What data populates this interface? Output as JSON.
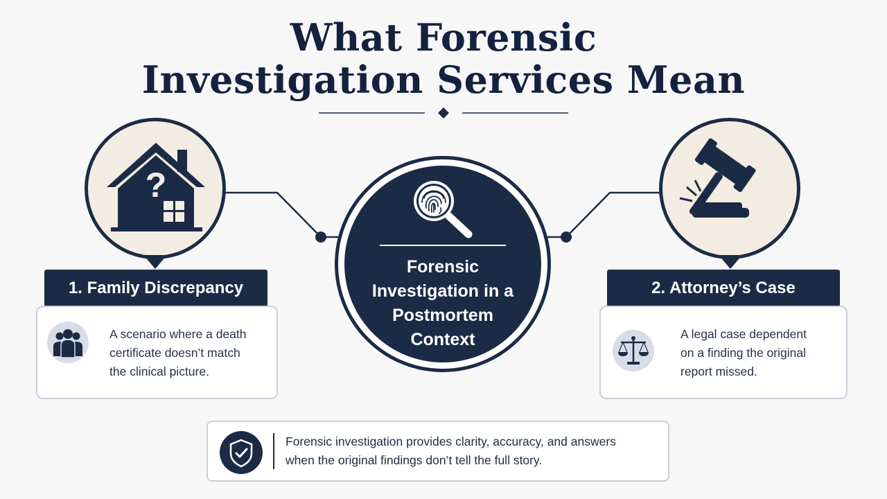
{
  "title": {
    "line1": "What Forensic",
    "line2": "Investigation Services Mean"
  },
  "center": {
    "lines": [
      "Forensic",
      "Investigation in a",
      "Postmortem",
      "Context"
    ],
    "icon": "fingerprint-magnifier-icon"
  },
  "left": {
    "label": "1. Family Discrepancy",
    "badge_icon": "house-question-icon",
    "card_icon": "group-people-icon",
    "text_lines": [
      "A scenario where a death",
      "certificate doesn’t match",
      "the clinical picture."
    ]
  },
  "right": {
    "label": "2. Attorney’s Case",
    "badge_icon": "gavel-icon",
    "card_icon": "scales-of-justice-icon",
    "text_lines": [
      "A legal case dependent",
      "on a finding the original",
      "report missed."
    ]
  },
  "footer": {
    "icon": "shield-check-icon",
    "text_lines": [
      "Forensic investigation provides clarity, accuracy, and answers",
      "when the original findings don’t tell the full story."
    ]
  },
  "colors": {
    "navy": "#1c2b45",
    "cream": "#f3ece2",
    "card_border": "#c9cfd9",
    "background": "#f7f7f8"
  }
}
